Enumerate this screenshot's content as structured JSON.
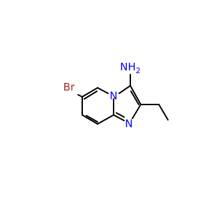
{
  "molecule": {
    "atoms": {
      "bromine": {
        "label": "Br",
        "color": "#a52a2a"
      },
      "amine": {
        "label": "NH",
        "subscript": "2",
        "color": "#0000ff"
      },
      "bridge_nitrogen": {
        "label": "N",
        "color": "#0000ff"
      },
      "ring_nitrogen": {
        "label": "N",
        "color": "#0000ff"
      }
    },
    "bond_color": "#000000",
    "background_color": "#ffffff"
  }
}
